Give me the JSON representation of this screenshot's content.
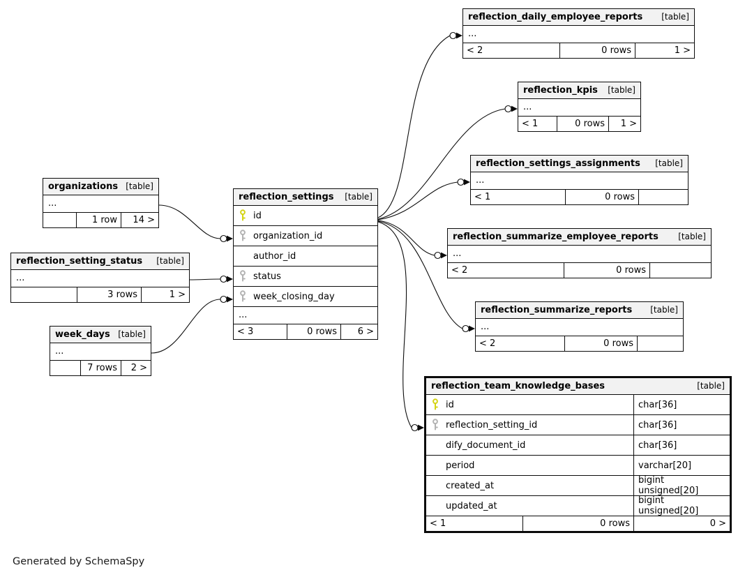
{
  "diagram": {
    "note": "Generated by SchemaSpy"
  },
  "colors": {
    "background": "#ffffff",
    "header_bg": "#f2f2f2",
    "border": "#0b0b0b",
    "pk_key": "#d4d414",
    "fk_key": "#b3b3b3"
  },
  "tables": {
    "organizations": {
      "name": "organizations",
      "tag": "[table]",
      "collapsed": "...",
      "footer": [
        "",
        "1 row",
        "14 >"
      ]
    },
    "reflection_setting_status": {
      "name": "reflection_setting_status",
      "tag": "[table]",
      "collapsed": "...",
      "footer": [
        "",
        "3 rows",
        "1 >"
      ]
    },
    "week_days": {
      "name": "week_days",
      "tag": "[table]",
      "collapsed": "...",
      "footer": [
        "",
        "7 rows",
        "2 >"
      ]
    },
    "reflection_settings": {
      "name": "reflection_settings",
      "tag": "[table]",
      "collapsed": "...",
      "fields": [
        {
          "label": "id",
          "key": "pk"
        },
        {
          "label": "organization_id",
          "key": "fk"
        },
        {
          "label": "author_id",
          "key": ""
        },
        {
          "label": "status",
          "key": "fk"
        },
        {
          "label": "week_closing_day",
          "key": "fk"
        }
      ],
      "footer": [
        "< 3",
        "0 rows",
        "6 >"
      ]
    },
    "reflection_daily_employee_reports": {
      "name": "reflection_daily_employee_reports",
      "tag": "[table]",
      "collapsed": "...",
      "footer": [
        "< 2",
        "0 rows",
        "1 >"
      ]
    },
    "reflection_kpis": {
      "name": "reflection_kpis",
      "tag": "[table]",
      "collapsed": "...",
      "footer": [
        "< 1",
        "0 rows",
        "1 >"
      ]
    },
    "reflection_settings_assignments": {
      "name": "reflection_settings_assignments",
      "tag": "[table]",
      "collapsed": "...",
      "footer": [
        "< 1",
        "0 rows",
        ""
      ]
    },
    "reflection_summarize_employee_reports": {
      "name": "reflection_summarize_employee_reports",
      "tag": "[table]",
      "collapsed": "...",
      "footer": [
        "< 2",
        "0 rows",
        ""
      ]
    },
    "reflection_summarize_reports": {
      "name": "reflection_summarize_reports",
      "tag": "[table]",
      "collapsed": "...",
      "footer": [
        "< 2",
        "0 rows",
        ""
      ]
    },
    "reflection_team_knowledge_bases": {
      "name": "reflection_team_knowledge_bases",
      "tag": "[table]",
      "fields": [
        {
          "label": "id",
          "key": "pk",
          "type": "char[36]"
        },
        {
          "label": "reflection_setting_id",
          "key": "fk",
          "type": "char[36]"
        },
        {
          "label": "dify_document_id",
          "key": "",
          "type": "char[36]"
        },
        {
          "label": "period",
          "key": "",
          "type": "varchar[20]"
        },
        {
          "label": "created_at",
          "key": "",
          "type": "bigint unsigned[20]"
        },
        {
          "label": "updated_at",
          "key": "",
          "type": "bigint unsigned[20]"
        }
      ],
      "footer": [
        "< 1",
        "0 rows",
        "0 >"
      ]
    }
  },
  "relationships": [
    {
      "parent": "organizations",
      "child": "reflection_settings",
      "child_column": "organization_id"
    },
    {
      "parent": "reflection_setting_status",
      "child": "reflection_settings",
      "child_column": "status"
    },
    {
      "parent": "week_days",
      "child": "reflection_settings",
      "child_column": "week_closing_day"
    },
    {
      "parent": "reflection_settings",
      "child": "reflection_daily_employee_reports"
    },
    {
      "parent": "reflection_settings",
      "child": "reflection_kpis"
    },
    {
      "parent": "reflection_settings",
      "child": "reflection_settings_assignments"
    },
    {
      "parent": "reflection_settings",
      "child": "reflection_summarize_employee_reports"
    },
    {
      "parent": "reflection_settings",
      "child": "reflection_summarize_reports"
    },
    {
      "parent": "reflection_settings",
      "child": "reflection_team_knowledge_bases",
      "child_column": "reflection_setting_id"
    }
  ]
}
